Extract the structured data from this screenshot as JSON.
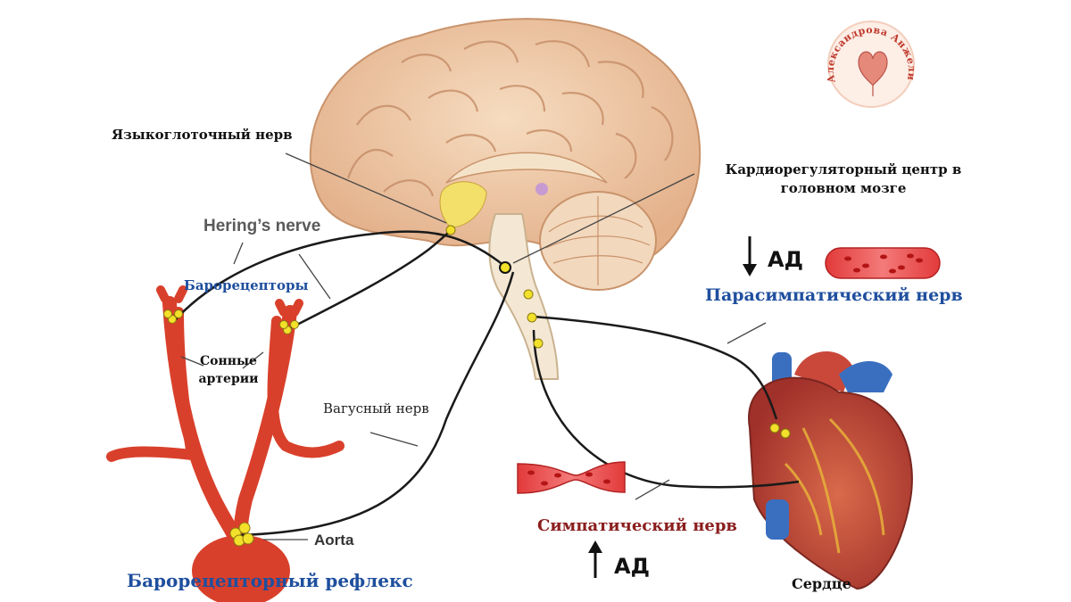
{
  "labels": {
    "glossopharyngeal": "Языкоглоточный нерв",
    "cardio_center_line1": "Кардиорегуляторный центр в",
    "cardio_center_line2": "головном мозге",
    "herings_nerve": "Hering’s nerve",
    "baroreceptors": "Барорецепторы",
    "carotid_line1": "Сонные",
    "carotid_line2": "артерии",
    "vagus": "Вагусный нерв",
    "aorta": "Aorta",
    "parasympathetic": "Парасимпатический нерв",
    "sympathetic": "Симпатический нерв",
    "heart": "Сердце",
    "bp_down": "АД",
    "bp_up": "АД",
    "reflex_title": "Барорецепторный рефлекс"
  },
  "logo": {
    "text": "Александрова Анжелика",
    "icon": "heart-icon"
  },
  "icons": {
    "arrow_down": "arrow-down-icon",
    "arrow_up": "arrow-up-icon"
  },
  "colors": {
    "brain": "#f0c9a6",
    "artery": "#d9402b",
    "nerve": "#1a1a1a",
    "node": "#f2e02a",
    "blue_text": "#1f4f9e",
    "red_text": "#8b1e1e",
    "heart_vessels": "#3a6fc0"
  }
}
